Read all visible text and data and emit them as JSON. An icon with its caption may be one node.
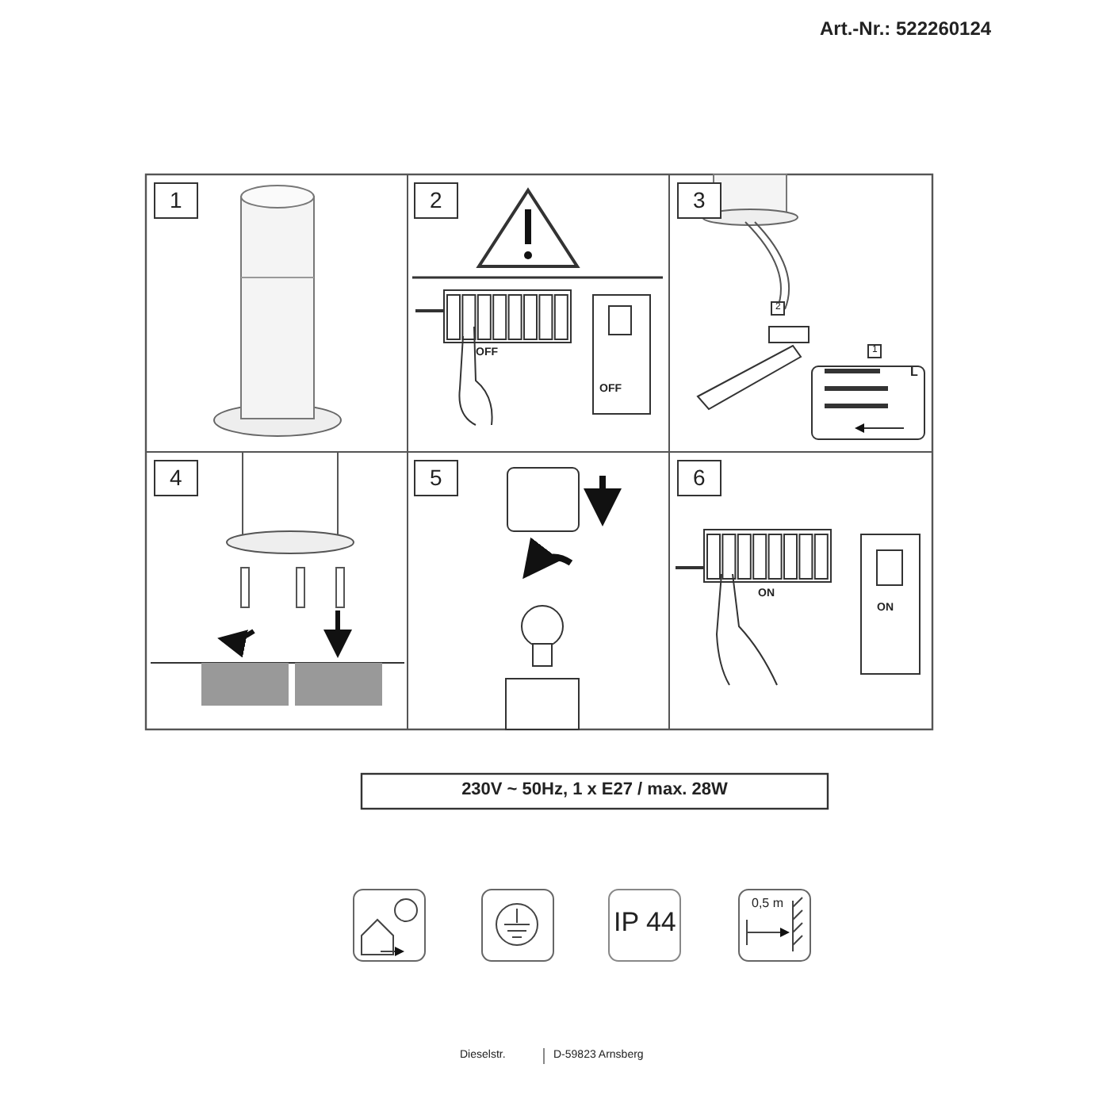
{
  "diagram": {
    "labels": [
      "Art.-Nr.: 522260124",
      "1",
      "2",
      "OFF",
      "OFF",
      "3",
      "2",
      "1",
      "L",
      "4",
      "5",
      "6",
      "ON",
      "ON",
      "230V ~ 50Hz, 1 x E27 / max. 28W",
      "IP 44",
      "0,5 m",
      "Dieselstr.",
      "D-59823 Arnsberg"
    ]
  }
}
